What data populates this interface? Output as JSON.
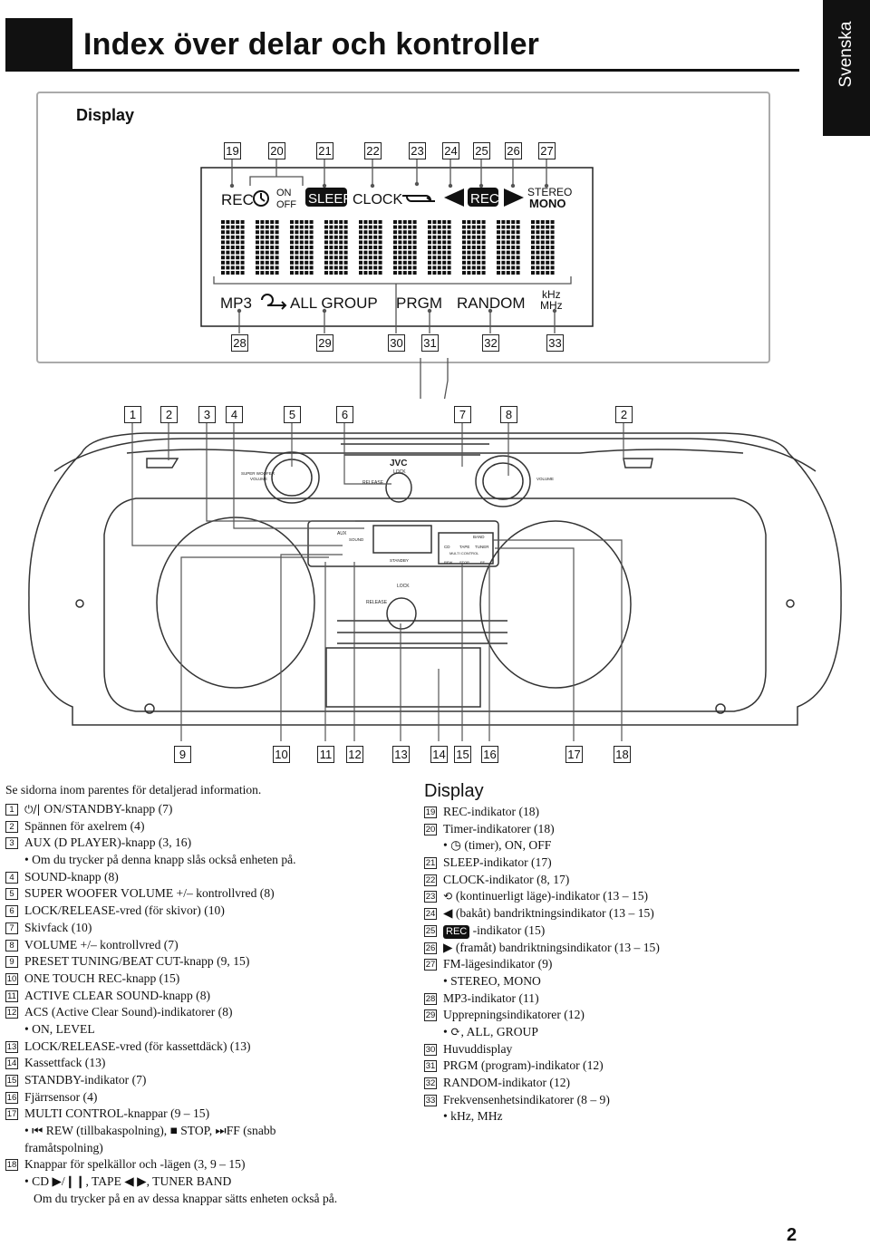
{
  "header": {
    "title": "Index över delar och kontroller",
    "language_tab": "Svenska"
  },
  "display_section": {
    "label": "Display",
    "callouts_top": [
      "19",
      "20",
      "21",
      "22",
      "23",
      "24",
      "25",
      "26",
      "27"
    ],
    "callouts_bottom": [
      "28",
      "29",
      "30",
      "31",
      "32",
      "33"
    ],
    "lcd": {
      "rec": "REC",
      "on": "ON",
      "off": "OFF",
      "sleep": "SLEEP",
      "clock": "CLOCK",
      "rec_chip": "REC",
      "stereo": "STEREO",
      "mono": "MONO",
      "mp3": "MP3",
      "all_group": "ALL GROUP",
      "prgm": "PRGM",
      "random": "RANDOM",
      "khz": "kHz",
      "mhz": "MHz"
    }
  },
  "unit_diagram": {
    "callouts_top": [
      "1",
      "2",
      "3",
      "4",
      "5",
      "6",
      "7",
      "8",
      "2"
    ],
    "callouts_bottom": [
      "9",
      "10",
      "11",
      "12",
      "13",
      "14",
      "15",
      "16",
      "17",
      "18"
    ],
    "labels": {
      "jvc": "JVC",
      "lock": "LOCK",
      "release": "RELEASE",
      "release2": "RELEASE",
      "lock2": "LOCK",
      "super_woofer": "SUPER WOOFER",
      "volume_l": "VOLUME",
      "volume_r": "VOLUME",
      "aux": "AUX",
      "sound": "SOUND",
      "standby": "STANDBY",
      "tape": "TAPE",
      "tuner": "TUNER",
      "band": "BAND",
      "cd": "CD",
      "rew": "REW",
      "stop": "STOP",
      "ff": "FF",
      "multi_control": "MULTI CONTROL"
    }
  },
  "intro": "Se sidorna inom parentes för detaljerad information.",
  "parts_left": [
    {
      "num": "1",
      "icon": "⏻/|",
      "text": " ON/STANDBY-knapp (7)"
    },
    {
      "num": "2",
      "text": "Spännen för axelrem (4)"
    },
    {
      "num": "3",
      "text": "AUX (D PLAYER)-knapp (3, 16)"
    },
    {
      "bullet": "• Om du trycker på denna knapp slås också enheten på."
    },
    {
      "num": "4",
      "text": "SOUND-knapp (8)"
    },
    {
      "num": "5",
      "text": "SUPER WOOFER VOLUME +/– kontrollvred (8)"
    },
    {
      "num": "6",
      "text": "LOCK/RELEASE-vred (för skivor) (10)"
    },
    {
      "num": "7",
      "text": "Skivfack (10)"
    },
    {
      "num": "8",
      "text": "VOLUME +/– kontrollvred (7)"
    },
    {
      "num": "9",
      "text": "PRESET TUNING/BEAT CUT-knapp (9, 15)"
    },
    {
      "num": "10",
      "text": "ONE TOUCH REC-knapp (15)"
    },
    {
      "num": "11",
      "text": "ACTIVE CLEAR SOUND-knapp (8)"
    },
    {
      "num": "12",
      "text": "ACS (Active Clear Sound)-indikatorer (8)"
    },
    {
      "bullet": "• ON, LEVEL"
    },
    {
      "num": "13",
      "text": "LOCK/RELEASE-vred (för kassettdäck) (13)"
    },
    {
      "num": "14",
      "text": "Kassettfack (13)"
    },
    {
      "num": "15",
      "text": "STANDBY-indikator (7)"
    },
    {
      "num": "16",
      "text": "Fjärrsensor (4)"
    },
    {
      "num": "17",
      "text": "MULTI CONTROL-knappar (9 – 15)"
    },
    {
      "bullet": "• ⏮ REW (tillbakaspolning), ■ STOP, ⏭FF (snabb"
    },
    {
      "cont": "framåtspolning)"
    },
    {
      "num": "18",
      "text": "Knappar för spelkällor och -lägen (3, 9 – 15)"
    },
    {
      "bullet": "• CD ▶/❙❙, TAPE ◀ ▶, TUNER BAND"
    },
    {
      "cont": "Om du trycker på en av dessa knappar sätts enheten också på."
    }
  ],
  "display_heading": "Display",
  "parts_right": [
    {
      "num": "19",
      "text": "REC-indikator (18)"
    },
    {
      "num": "20",
      "text": "Timer-indikatorer (18)"
    },
    {
      "bullet": "• ◷ (timer), ON, OFF"
    },
    {
      "num": "21",
      "text": "SLEEP-indikator (17)"
    },
    {
      "num": "22",
      "text": "CLOCK-indikator (8, 17)"
    },
    {
      "num": "23",
      "icon": "⟲",
      "text": "(kontinuerligt läge)-indikator (13 – 15)"
    },
    {
      "num": "24",
      "text": "◀ (bakåt) bandriktningsindikator (13 – 15)"
    },
    {
      "num": "25",
      "chip": "REC",
      "text": " -indikator (15)"
    },
    {
      "num": "26",
      "text": "▶ (framåt) bandriktningsindikator (13 – 15)"
    },
    {
      "num": "27",
      "text": "FM-lägesindikator (9)"
    },
    {
      "bullet": "• STEREO, MONO"
    },
    {
      "num": "28",
      "text": "MP3-indikator (11)"
    },
    {
      "num": "29",
      "text": "Upprepningsindikatorer (12)"
    },
    {
      "bullet": "• ⟳, ALL, GROUP"
    },
    {
      "num": "30",
      "text": "Huvuddisplay"
    },
    {
      "num": "31",
      "text": "PRGM (program)-indikator (12)"
    },
    {
      "num": "32",
      "text": "RANDOM-indikator (12)"
    },
    {
      "num": "33",
      "text": "Frekvensenhetsindikatorer (8 – 9)"
    },
    {
      "bullet": "• kHz, MHz"
    }
  ],
  "page_number": "2"
}
